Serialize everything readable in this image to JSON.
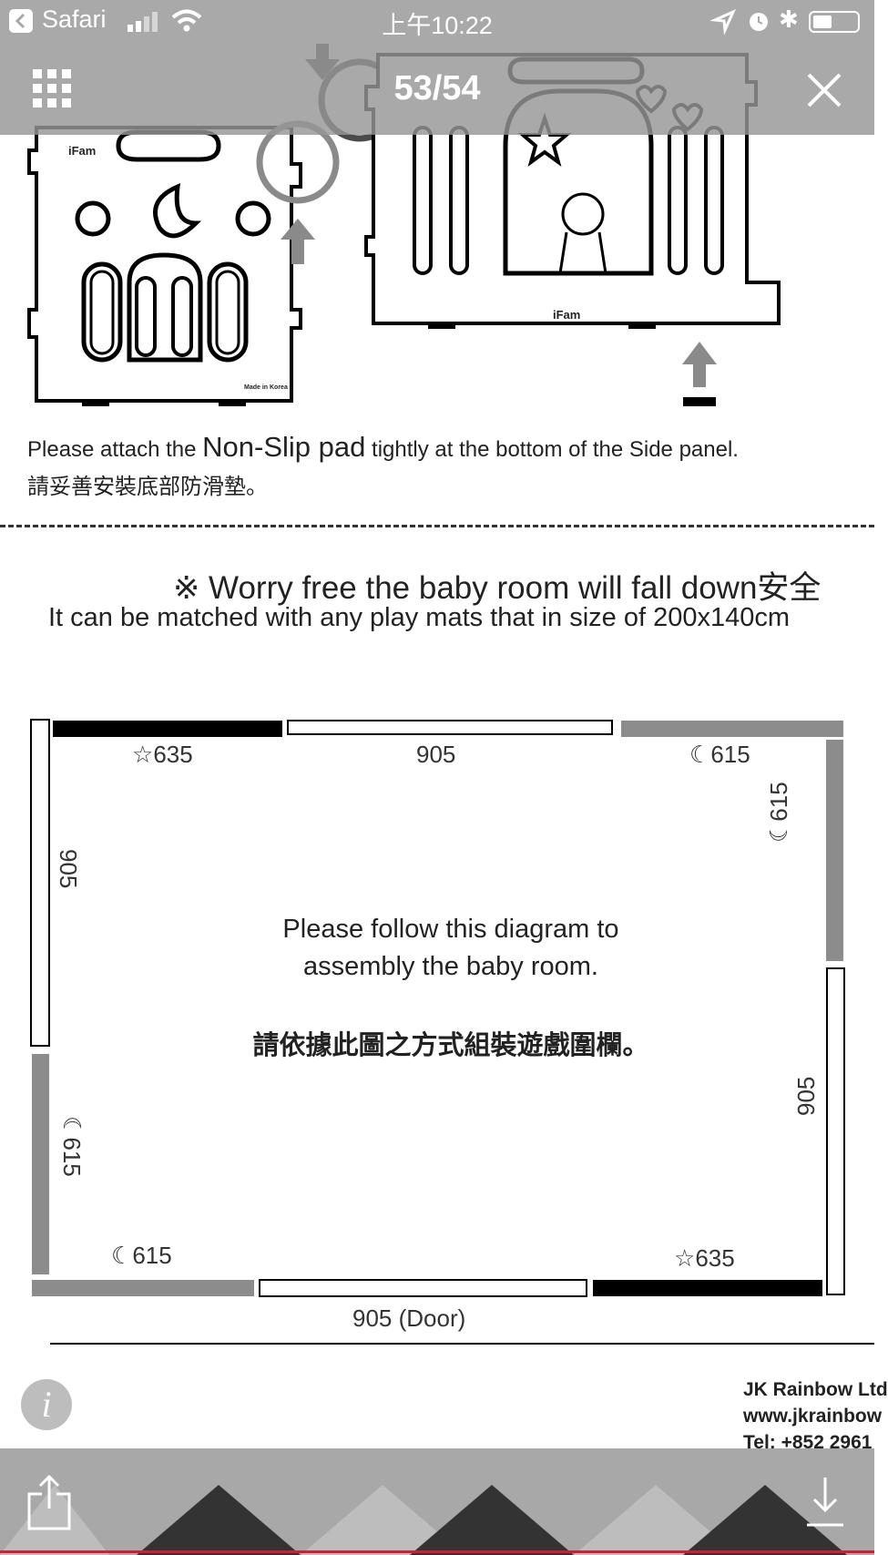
{
  "status_bar": {
    "back_app": "Safari",
    "time": "上午10:22"
  },
  "viewer": {
    "counter": "53/54"
  },
  "document": {
    "panel_brand_left": "iFam",
    "panel_brand_right": "iFam",
    "made_in": "Made in Korea",
    "caption_en_pre": "Please attach the ",
    "caption_en_big": "Non-Slip pad",
    "caption_en_post": " tightly at the bottom of the Side panel.",
    "caption_zh": "請妥善安裝底部防滑墊。",
    "heading": "※ Worry free the baby room will fall down安全",
    "subheading": "It can be matched with any play mats that in size of 200x140cm",
    "diagram": {
      "top_left": "635",
      "top_middle": "905",
      "top_right": "615",
      "right_upper": "615",
      "right_lower": "905",
      "left_upper": "905",
      "left_lower": "615",
      "bottom_left": "615",
      "bottom_middle": "905 (Door)",
      "bottom_right": "635",
      "instruction_en_1": "Please follow this diagram to",
      "instruction_en_2": "assembly the baby room.",
      "instruction_zh": "請依據此圖之方式組裝遊戲圍欄。"
    },
    "footer": {
      "company": "JK Rainbow Ltd",
      "website": "www.jkrainbow",
      "tel": "Tel: +852 2961"
    }
  },
  "colors": {
    "panel_black": "#000000",
    "panel_gray": "#8c8c8c",
    "overlay_gray": "#969696",
    "arrow_gray": "#8a8a8a"
  },
  "icons": {
    "back": "chevron-left-icon",
    "close": "close-icon",
    "grid": "grid-icon",
    "info": "info-icon",
    "share": "share-icon",
    "download": "download-icon"
  }
}
